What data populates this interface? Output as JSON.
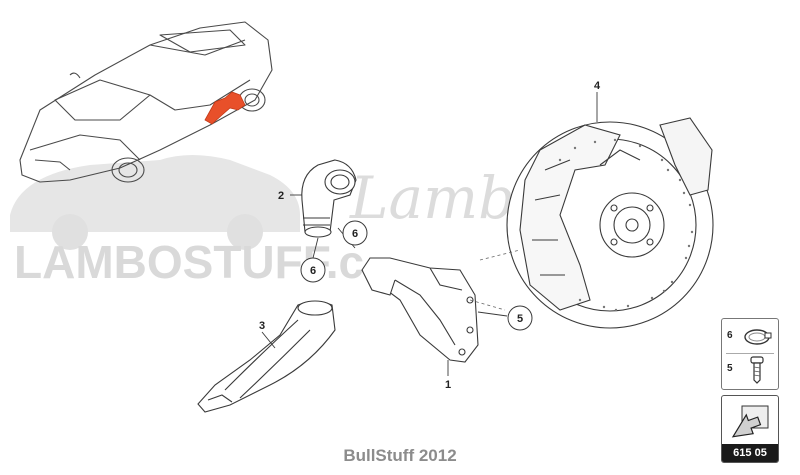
{
  "callouts": [
    {
      "id": "1",
      "label": "1"
    },
    {
      "id": "2",
      "label": "2"
    },
    {
      "id": "3",
      "label": "3"
    },
    {
      "id": "4",
      "label": "4"
    },
    {
      "id": "5",
      "label": "5"
    },
    {
      "id": "6a",
      "label": "6"
    },
    {
      "id": "6b",
      "label": "6"
    }
  ],
  "watermark": {
    "brand": "LAMBOSTUFF.c",
    "script": "Lambostuff"
  },
  "legend": {
    "items": [
      {
        "number": "6",
        "icon": "hose-clamp-icon"
      },
      {
        "number": "5",
        "icon": "screw-icon"
      }
    ]
  },
  "page_ref": {
    "code": "615 05",
    "icon": "arrow-page-icon"
  },
  "footer": {
    "caption": "BullStuff 2012"
  },
  "colors": {
    "line": "#3a3a3a",
    "highlight": "#e8502a",
    "watermark": "#d9d9d9",
    "caption": "#8c8c8c"
  }
}
